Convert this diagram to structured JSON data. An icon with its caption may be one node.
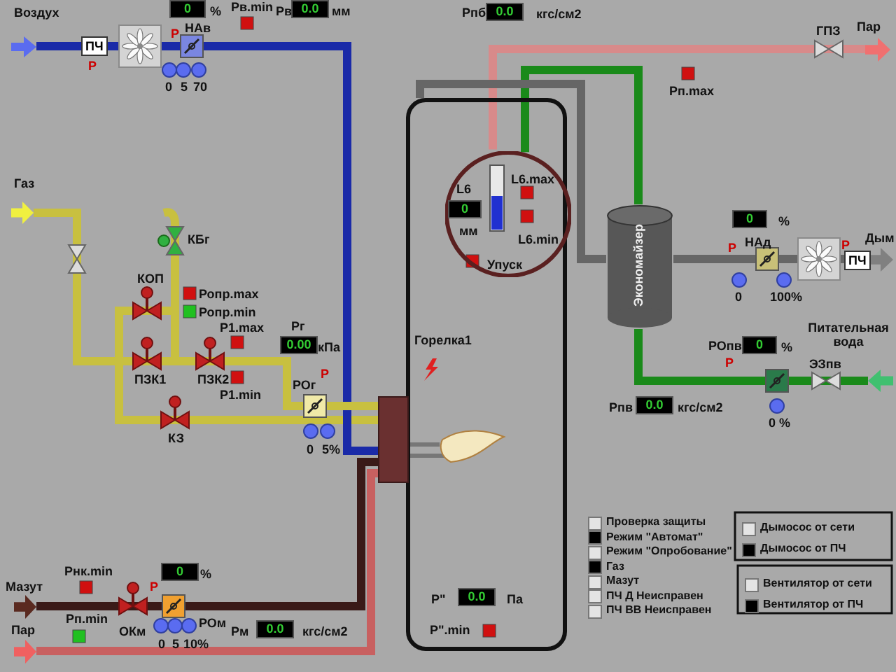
{
  "diagram": {
    "nodes": [
      {
        "text": [],
        "shape": "arrow",
        "beside": [
          "Воздух"
        ]
      },
      {
        "text": [],
        "shape": "arrow",
        "beside": [
          "Газ"
        ]
      },
      {
        "text": [],
        "shape": "arrow",
        "beside": [
          "Мазут"
        ]
      },
      {
        "text": [],
        "shape": "arrow",
        "beside": [
          "Пар"
        ]
      },
      {
        "text": [],
        "shape": "box"
      },
      {
        "text": [
          "L6",
          "0",
          "мм",
          "L6.max",
          "L6.min",
          "Упуск"
        ],
        "in": 4
      },
      {
        "text": [],
        "shape": "box",
        "beside": [
          "Горелка1"
        ]
      },
      {
        "text": [],
        "shape": "arrow",
        "beside": [
          "Пар"
        ]
      },
      {
        "text": [
          "Экономайзер"
        ]
      },
      {
        "text": [],
        "shape": "arrow",
        "beside": [
          "Дым"
        ]
      },
      {
        "text": [],
        "shape": "arrow",
        "beside": [
          "Питательная вода"
        ]
      }
    ],
    "edges": [
      {
        "from": 0,
        "to": 6,
        "arrow": "none",
        "color": "#1a2aa8"
      },
      {
        "from": 1,
        "to": 6,
        "arrow": "none",
        "color": "#c8c040"
      },
      {
        "from": 2,
        "to": 6,
        "arrow": "none",
        "color": "#3a1a18"
      },
      {
        "from": 3,
        "to": 6,
        "arrow": "none",
        "color": "#c86060"
      },
      {
        "from": 5,
        "to": 7,
        "arrow": "none",
        "color": "#d88a8a"
      },
      {
        "from": 8,
        "to": 5,
        "arrow": "none",
        "color": "#1a8a1a"
      },
      {
        "from": 10,
        "to": 8,
        "arrow": "none",
        "color": "#1a8a1a"
      },
      {
        "from": 4,
        "to": 8,
        "arrow": "none",
        "color": "#666666"
      },
      {
        "from": 8,
        "to": 9,
        "arrow": "none",
        "color": "#666666"
      }
    ],
    "labels": [
      "0",
      "%",
      "Рв.min",
      "Рв",
      "0.0",
      "мм",
      "ПЧ",
      "Р",
      "Р",
      "НАв",
      "0",
      "5",
      "70",
      "КБг",
      "КОП",
      "Ропр.max",
      "Ропр.min",
      "Р1.max",
      "Рг",
      "0.00",
      "кПа",
      "Р",
      "ПЗК1",
      "ПЗК2",
      "Р1.min",
      "РОг",
      "КЗ",
      "0",
      "5%",
      "Рпб",
      "0.0",
      "кгс/см2",
      "ГПЗ",
      "Рп.max",
      "0",
      "%",
      "Р",
      "НАд",
      "Р",
      "ПЧ",
      "0",
      "100%",
      "РОпв",
      "0",
      "%",
      "Р",
      "ЭЗпв",
      "Рпв",
      "0.0",
      "кгс/см2",
      "0 %",
      "Рнк.min",
      "0",
      "%",
      "Р",
      "Рп.min",
      "ОКм",
      "РОм",
      "0",
      "5",
      "10%",
      "Рм",
      "0.0",
      "кгс/см2",
      "Р\"",
      "0.0",
      "Па",
      "Р\".min"
    ],
    "legend": [
      {
        "text": "Проверка защиты",
        "color": "#e4e4e4"
      },
      {
        "text": "Режим \"Автомат\"",
        "color": "#000000"
      },
      {
        "text": "Режим \"Опробование\"",
        "color": "#e4e4e4"
      },
      {
        "text": "Газ",
        "color": "#000000"
      },
      {
        "text": "Мазут",
        "color": "#e4e4e4"
      },
      {
        "text": "ПЧ Д Неисправен",
        "color": "#e4e4e4"
      },
      {
        "text": "ПЧ ВВ Неисправен",
        "color": "#e4e4e4"
      },
      {
        "text": "Дымосос от сети",
        "color": "#e4e4e4"
      },
      {
        "text": "Дымосос от ПЧ",
        "color": "#000000"
      },
      {
        "text": "Вентилятор от сети",
        "color": "#e4e4e4"
      },
      {
        "text": "Вентилятор от ПЧ",
        "color": "#000000"
      }
    ]
  }
}
